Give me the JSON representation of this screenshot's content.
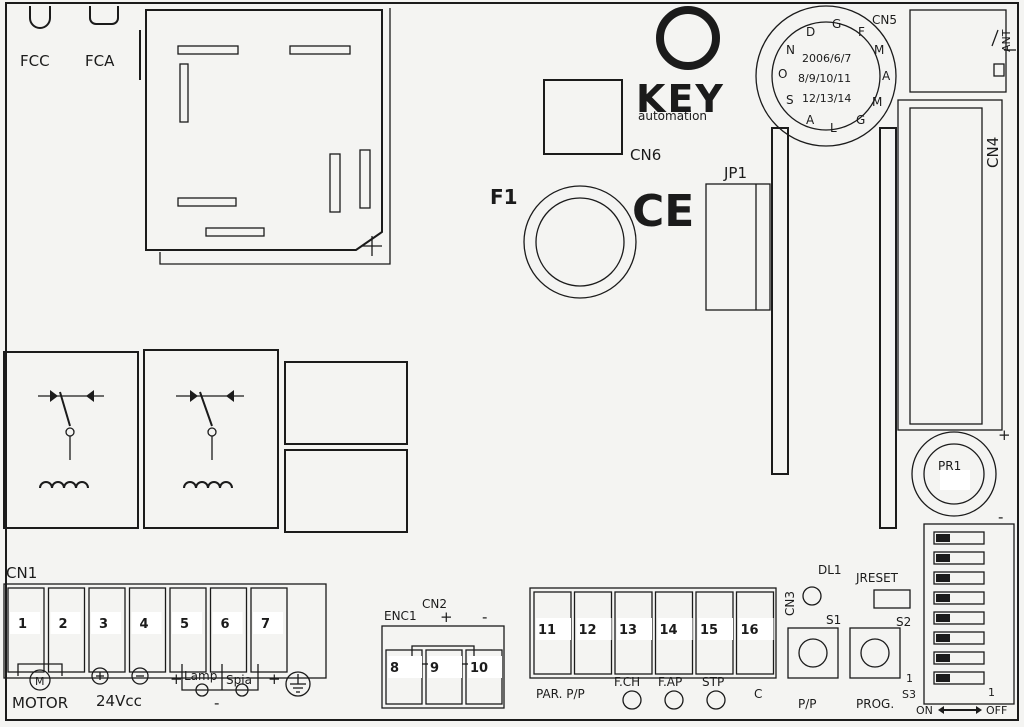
{
  "labels": {
    "fcc": "FCC",
    "fca": "FCA",
    "cn5": "CN5",
    "ant": "ANT",
    "cn4": "CN4",
    "cn6": "CN6",
    "jp1": "JP1",
    "f1": "F1",
    "ce": "CE",
    "pr1": "PR1",
    "cn1": "CN1",
    "cn2": "CN2",
    "enc1": "ENC1",
    "cn3": "CN3",
    "dl1": "DL1",
    "jreset": "JRESET",
    "s1": "S1",
    "s2": "S2",
    "s3": "S3",
    "motor": "MOTOR",
    "vcc": "24Vcc",
    "lamp": "Lamp",
    "spia": "Spia",
    "par_pp": "PAR. P/P",
    "fch": "F.CH",
    "fap": "F.AP",
    "stp": "STP",
    "c": "C",
    "pp": "P/P",
    "prog": "PROG.",
    "on": "ON",
    "off": "OFF",
    "one_a": "1",
    "one_b": "1",
    "plus_enc": "+",
    "minus_enc": "-",
    "plus_pr1": "+",
    "minus_pr1": "-",
    "plus_lamp": "+",
    "minus_lamp": "-",
    "plus_out": "+"
  },
  "logo": {
    "key": "KEY",
    "sub": "automation"
  },
  "dial": {
    "ring": [
      "D",
      "G",
      "F",
      "M",
      "A",
      "M",
      "G",
      "L",
      "A",
      "S",
      "O",
      "N"
    ],
    "years": [
      "2006/6/7",
      "8/9/10/11",
      "12/13/14"
    ]
  },
  "terminals_cn1": [
    "1",
    "2",
    "3",
    "4",
    "5",
    "6",
    "7"
  ],
  "terminals_cn2": [
    "8",
    "9",
    "10"
  ],
  "terminals_cn3": [
    "11",
    "12",
    "13",
    "14",
    "15",
    "16"
  ],
  "dip_switch_count": 8
}
